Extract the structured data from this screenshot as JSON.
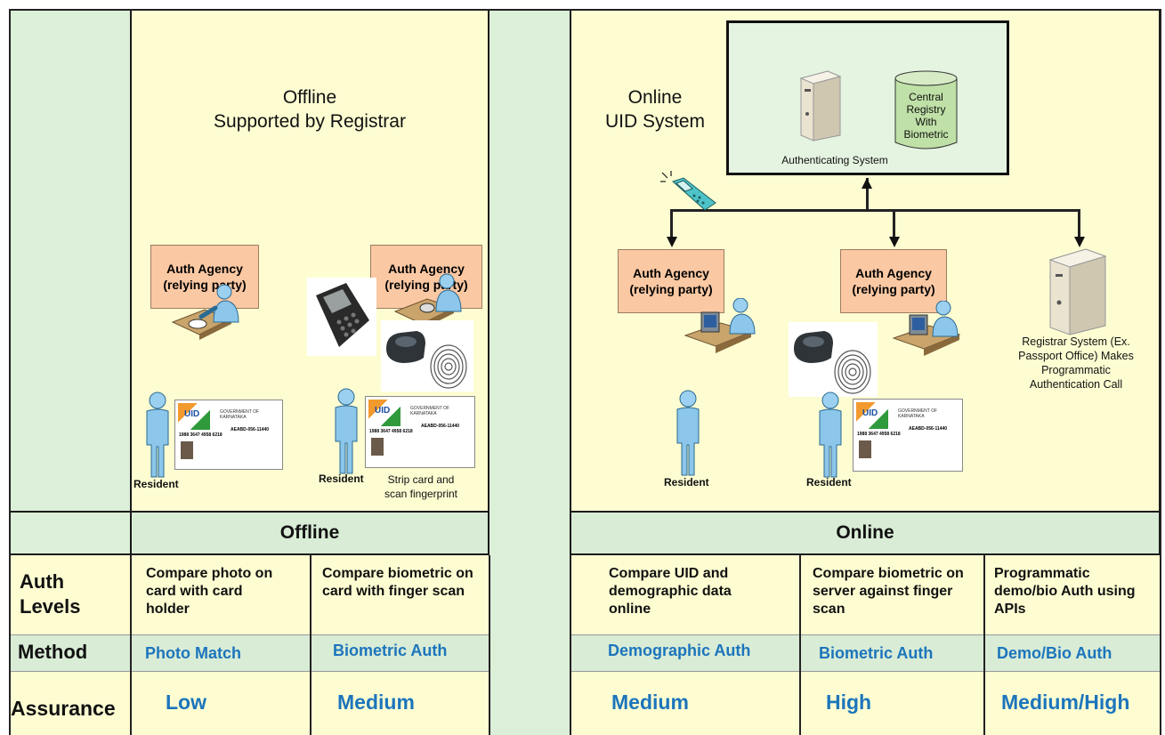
{
  "offline_panel": {
    "title_line1": "Offline",
    "title_line2": "Supported by Registrar",
    "agency1": "Auth Agency (relying party)",
    "agency2": "Auth Agency (relying party)",
    "resident1": "Resident",
    "resident2": "Resident",
    "strip_note": "Strip card and scan fingerprint"
  },
  "online_panel": {
    "title_line1": "Online",
    "title_line2": "UID System",
    "auth_system_label": "Authenticating System",
    "registry_label": "Central Registry With Biometric",
    "agency1": "Auth Agency (relying party)",
    "agency2": "Auth Agency (relying party)",
    "resident1": "Resident",
    "resident2": "Resident",
    "registrar_note": "Registrar System (Ex. Passport Office) Makes Programmatic Authentication Call"
  },
  "card": {
    "uid": "UID",
    "govt": "GOVERNMENT OF KARNATAKA",
    "number": "1988 3647 4958 6218",
    "code": "AEABD-056-11440"
  },
  "table": {
    "offline_header": "Offline",
    "online_header": "Online",
    "row_auth_levels": "Auth Levels",
    "row_method": "Method",
    "row_assurance": "Assurance",
    "auth_levels": [
      "Compare photo on card with card holder",
      "Compare biometric on card with finger scan",
      "Compare UID and demographic data online",
      "Compare biometric on server against finger scan",
      "Programmatic demo/bio Auth using APIs"
    ],
    "methods": [
      "Photo Match",
      "Biometric Auth",
      "Demographic Auth",
      "Biometric Auth",
      "Demo/Bio Auth"
    ],
    "assurance": [
      "Low",
      "Medium",
      "Medium",
      "High",
      "Medium/High"
    ]
  },
  "colors": {
    "panel_yellow": "#fefdd2",
    "side_green": "#dcefd8",
    "agency_box": "#fac8a3",
    "value_blue": "#1c75bc"
  },
  "icons": [
    "person-desk-icon",
    "resident-icon",
    "uid-card-icon",
    "server-icon",
    "database-icon",
    "mobile-phone-icon",
    "card-reader-icon",
    "fingerprint-scanner-icon",
    "computer-desk-icon"
  ]
}
